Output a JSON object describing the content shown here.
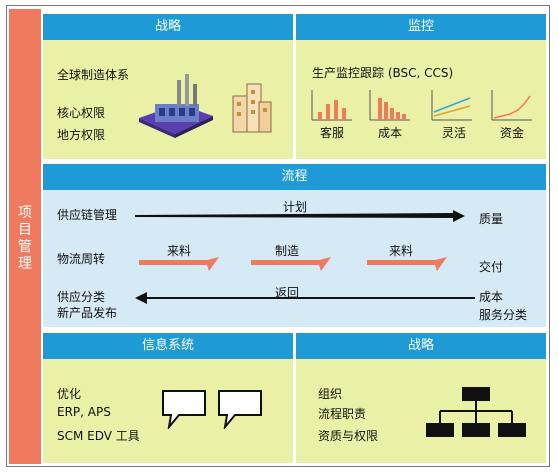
{
  "side_label": "项目管理",
  "strategy_top": {
    "header": "战略",
    "items": [
      "全球制造体系",
      "核心权限",
      "地方权限"
    ]
  },
  "monitor": {
    "header": "监控",
    "title": "生产监控跟踪 (BSC, CCS)",
    "charts": [
      {
        "label": "客服",
        "type": "bar",
        "values": [
          4,
          8,
          10,
          6
        ]
      },
      {
        "label": "成本",
        "type": "bar",
        "values": [
          10,
          8,
          6,
          4,
          3
        ]
      },
      {
        "label": "灵活",
        "type": "line",
        "values": [
          2,
          4,
          6
        ]
      },
      {
        "label": "资金",
        "type": "line",
        "values": [
          1,
          2,
          3,
          6,
          9
        ]
      }
    ]
  },
  "process": {
    "header": "流程",
    "left": {
      "supply_chain": "供应链管理",
      "logistics": "物流周转",
      "supply_split": "供应分类",
      "new_product": "新产品发布"
    },
    "right": {
      "quality": "质量",
      "delivery": "交付",
      "cost": "成本",
      "service": "服务分类"
    },
    "plan_label": "计划",
    "return_label": "返回",
    "flow_steps": [
      "来料",
      "制造",
      "来料"
    ]
  },
  "info_system": {
    "header": "信息系统",
    "items": [
      "优化",
      "ERP, APS",
      "SCM EDV 工具"
    ]
  },
  "strategy_bottom": {
    "header": "战略",
    "items": [
      "组织",
      "流程职责",
      "资质与权限"
    ]
  },
  "colors": {
    "header_blue": "#1e9ad6",
    "panel_green": "#eaf1a6",
    "panel_blue": "#d6eaf6",
    "accent_salmon": "#f07a5e"
  }
}
